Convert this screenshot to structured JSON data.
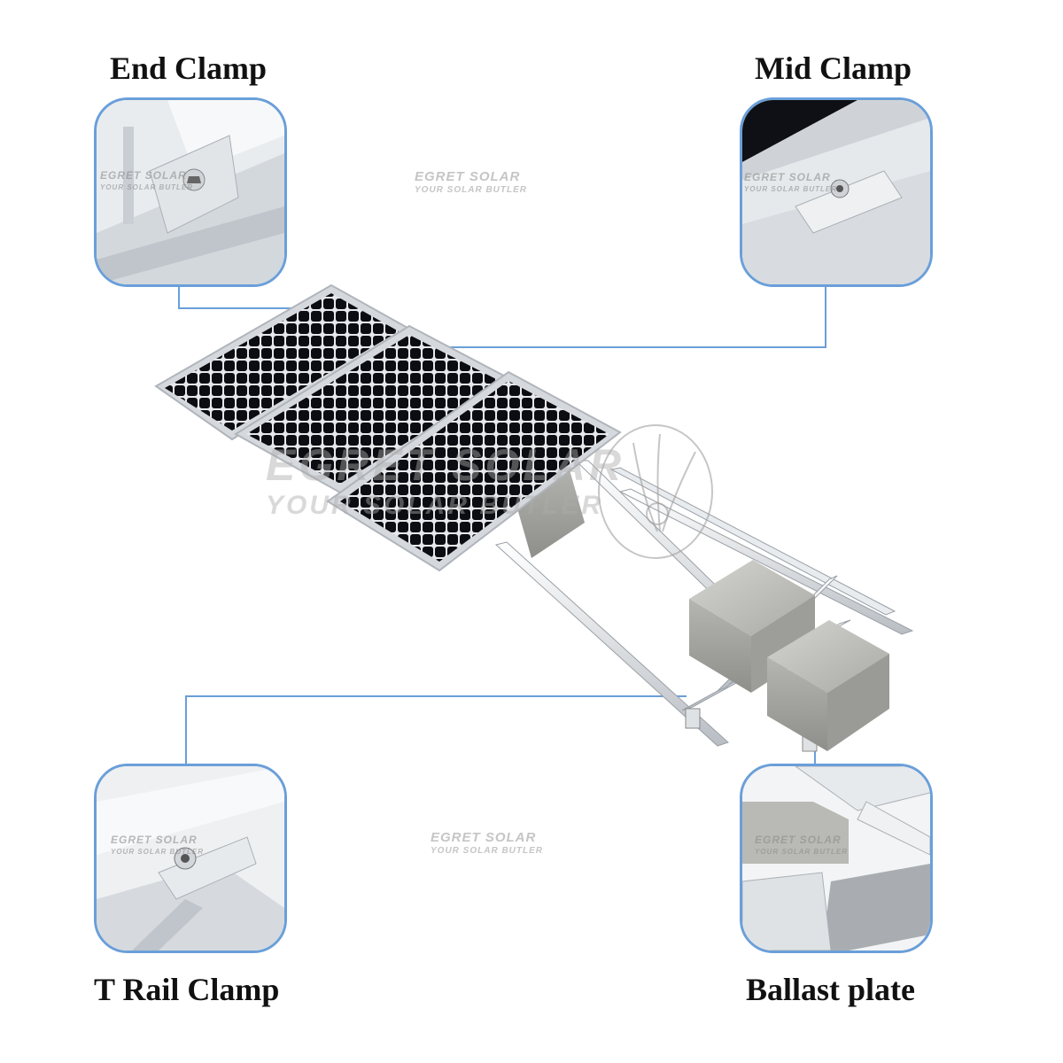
{
  "labels": {
    "end_clamp": "End Clamp",
    "mid_clamp": "Mid Clamp",
    "t_rail_clamp": "T Rail Clamp",
    "ballast_plate": "Ballast plate"
  },
  "watermark": {
    "brand": "EGRET SOLAR",
    "tagline": "YOUR SOLAR BUTLER"
  },
  "colors": {
    "callout_line": "#6a9fd9",
    "panel_cell": "#0b0d12",
    "panel_frame": "#c9ced4",
    "concrete": "#c8c8c4"
  },
  "icons": {
    "watermark_logo": "egret-logo-icon"
  }
}
